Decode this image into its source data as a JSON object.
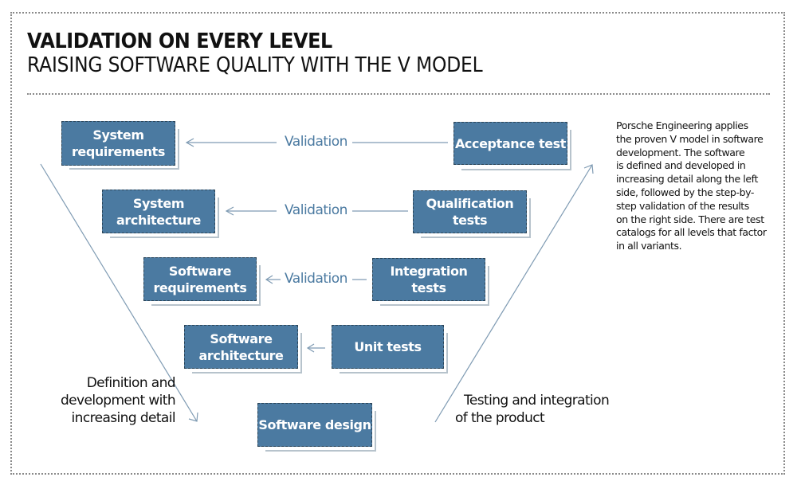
{
  "header": {
    "title": "VALIDATION ON EVERY LEVEL",
    "subtitle": "RAISING SOFTWARE QUALITY WITH THE V MODEL"
  },
  "colors": {
    "box_fill": "#4b7aa1",
    "box_text": "#ffffff",
    "arrow": "#7f9bb3",
    "validation_text": "#4b7aa1"
  },
  "left_side": [
    {
      "id": "system-requirements",
      "lines": [
        "System",
        "requirements"
      ]
    },
    {
      "id": "system-architecture",
      "lines": [
        "System",
        "architecture"
      ]
    },
    {
      "id": "software-requirements",
      "lines": [
        "Software",
        "requirements"
      ]
    },
    {
      "id": "software-architecture",
      "lines": [
        "Software",
        "architecture"
      ]
    }
  ],
  "bottom": {
    "id": "software-design",
    "lines": [
      "Software design"
    ]
  },
  "right_side": [
    {
      "id": "acceptance-test",
      "lines": [
        "Acceptance test"
      ]
    },
    {
      "id": "qualification-tests",
      "lines": [
        "Qualification",
        "tests"
      ]
    },
    {
      "id": "integration-tests",
      "lines": [
        "Integration tests"
      ]
    },
    {
      "id": "unit-tests",
      "lines": [
        "Unit tests"
      ]
    }
  ],
  "links": [
    {
      "from": "acceptance-test",
      "to": "system-requirements",
      "label": "Validation"
    },
    {
      "from": "qualification-tests",
      "to": "system-architecture",
      "label": "Validation"
    },
    {
      "from": "integration-tests",
      "to": "software-requirements",
      "label": "Validation"
    },
    {
      "from": "unit-tests",
      "to": "software-architecture",
      "label": ""
    }
  ],
  "left_caption": [
    "Definition and",
    "development with",
    "increasing detail"
  ],
  "right_caption": [
    "Testing and integration",
    "of the product"
  ],
  "description": [
    "Porsche Engineering applies",
    "the proven V model in software",
    "development. The software",
    "is defined and developed in",
    "increasing detail along the left",
    "side, followed by the step-by-",
    "step validation of the results",
    "on the right side. There are test",
    "catalogs for all levels that factor",
    "in all variants."
  ]
}
